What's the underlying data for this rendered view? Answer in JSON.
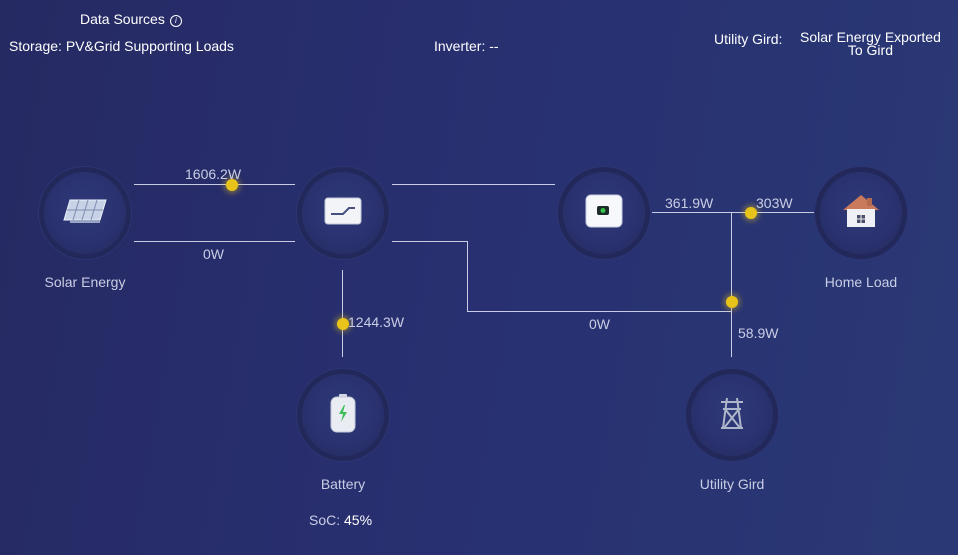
{
  "header": {
    "data_sources": "Data Sources",
    "storage_label": "Storage:",
    "storage_value": "PV&Grid Supporting Loads",
    "inverter_label": "Inverter:",
    "inverter_value": "--",
    "grid_label": "Utility Gird:",
    "grid_value_line1": "Solar Energy Exported",
    "grid_value_line2": "To Gird"
  },
  "nodes": {
    "solar": "Solar Energy",
    "battery": "Battery",
    "home": "Home Load",
    "grid": "Utility Gird"
  },
  "soc": {
    "label": "SoC:",
    "value": "45%"
  },
  "flows": {
    "solar_top": "1606.2W",
    "solar_bottom": "0W",
    "battery": "1244.3W",
    "meter_left": "361.9W",
    "meter_right": "303W",
    "bottom_path": "0W",
    "grid": "58.9W"
  },
  "colors": {
    "background": "#282f6f",
    "line": "#c9cde4",
    "flow_dot": "#e8c41a"
  }
}
